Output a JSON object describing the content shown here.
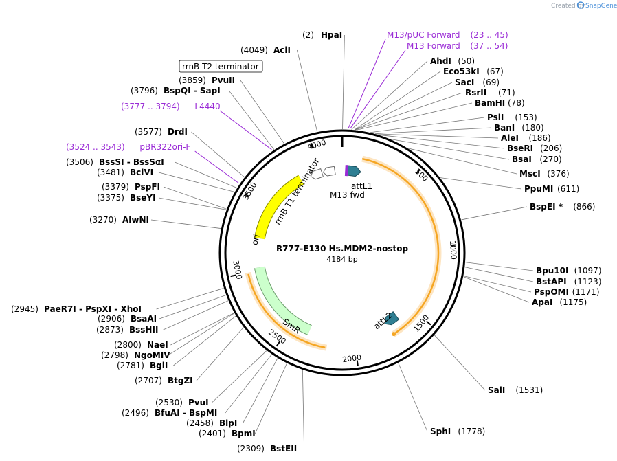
{
  "credit": {
    "prefix": "Created by",
    "brand": "SnapGene"
  },
  "plasmid": {
    "name": "R777-E130 Hs.MDM2-nostop",
    "length_label": "4184 bp",
    "length": 4184
  },
  "colors": {
    "backbone": "#000000",
    "primer": "#9a2bd6",
    "orf": "#f5a623",
    "ori": "#ffff00",
    "smr": "#ccffcc",
    "att": "#2f7f93"
  },
  "ticks": [
    {
      "pos": 500,
      "label": "500"
    },
    {
      "pos": 1000,
      "label": "1000"
    },
    {
      "pos": 1500,
      "label": "1500"
    },
    {
      "pos": 2000,
      "label": "2000"
    },
    {
      "pos": 2500,
      "label": "2500"
    },
    {
      "pos": 3000,
      "label": "3000"
    },
    {
      "pos": 3500,
      "label": "3500"
    },
    {
      "pos": 4000,
      "label": "4000"
    }
  ],
  "features": [
    {
      "name": "ori",
      "label": "ori",
      "type": "ori",
      "start": 3254,
      "end": 3843,
      "strand": -1
    },
    {
      "name": "smr",
      "label": "SmR",
      "type": "resistance",
      "start": 2357,
      "end": 3022,
      "strand": -1
    },
    {
      "name": "attl1",
      "label": "attL1",
      "type": "att",
      "start": 60,
      "end": 120,
      "strand": 1
    },
    {
      "name": "attl2",
      "label": "attL2",
      "type": "att",
      "start": 1640,
      "end": 1700,
      "strand": -1
    },
    {
      "name": "rrnb-t1",
      "label": "rrnB T1 terminator",
      "type": "terminator",
      "start": 4040,
      "end": 4120,
      "strand": -1
    },
    {
      "name": "rrnb-t2",
      "label": "rrnB T2 terminator",
      "type": "terminator",
      "start": 3960,
      "end": 3990,
      "strand": -1
    },
    {
      "name": "m13-fwd",
      "label": "M13 fwd",
      "type": "primer",
      "start": 25,
      "end": 45,
      "strand": 1
    }
  ],
  "sites": [
    {
      "name": "(2)",
      "enzyme": "HpaI",
      "pos": 2
    },
    {
      "name": "(4049)",
      "enzyme": "AclI",
      "pos": 4049
    },
    {
      "name": "(3859)",
      "enzyme": "PvuII",
      "pos": 3859
    },
    {
      "name": "(3796)",
      "enzyme": "BspQI - SapI",
      "pos": 3796
    },
    {
      "name": "(3577)",
      "enzyme": "DrdI",
      "pos": 3577
    },
    {
      "name": "(3506)",
      "enzyme": "BssSI - BssSαI",
      "pos": 3506
    },
    {
      "name": "(3481)",
      "enzyme": "BciVI",
      "pos": 3481
    },
    {
      "name": "(3379)",
      "enzyme": "PspFI",
      "pos": 3379
    },
    {
      "name": "(3375)",
      "enzyme": "BseYI",
      "pos": 3375
    },
    {
      "name": "(3270)",
      "enzyme": "AlwNI",
      "pos": 3270
    },
    {
      "name": "(2945)",
      "enzyme": "PaeR7I - PspXI - XhoI",
      "pos": 2945
    },
    {
      "name": "(2906)",
      "enzyme": "BsaAI",
      "pos": 2906
    },
    {
      "name": "(2873)",
      "enzyme": "BssHII",
      "pos": 2873
    },
    {
      "name": "(2800)",
      "enzyme": "NaeI",
      "pos": 2800
    },
    {
      "name": "(2798)",
      "enzyme": "NgoMIV",
      "pos": 2798
    },
    {
      "name": "(2781)",
      "enzyme": "BglI",
      "pos": 2781
    },
    {
      "name": "(2707)",
      "enzyme": "BtgZI",
      "pos": 2707
    },
    {
      "name": "(2530)",
      "enzyme": "PvuI",
      "pos": 2530
    },
    {
      "name": "(2496)",
      "enzyme": "BfuAI - BspMI",
      "pos": 2496
    },
    {
      "name": "(2458)",
      "enzyme": "BlpI",
      "pos": 2458
    },
    {
      "name": "(2401)",
      "enzyme": "BpmI",
      "pos": 2401
    },
    {
      "name": "(2309)",
      "enzyme": "BstEII",
      "pos": 2309
    },
    {
      "name": "(50)",
      "enzyme": "AhdI",
      "pos": 50
    },
    {
      "name": "(67)",
      "enzyme": "Eco53kI",
      "pos": 67
    },
    {
      "name": "(69)",
      "enzyme": "SacI",
      "pos": 69
    },
    {
      "name": "(71)",
      "enzyme": "RsrII",
      "pos": 71
    },
    {
      "name": "(78)",
      "enzyme": "BamHI",
      "pos": 78
    },
    {
      "name": "(153)",
      "enzyme": "PslI",
      "pos": 153
    },
    {
      "name": "(180)",
      "enzyme": "BanI",
      "pos": 180
    },
    {
      "name": "(186)",
      "enzyme": "AleI",
      "pos": 186
    },
    {
      "name": "(206)",
      "enzyme": "BseRI",
      "pos": 206
    },
    {
      "name": "(270)",
      "enzyme": "BsaI",
      "pos": 270
    },
    {
      "name": "(376)",
      "enzyme": "MscI",
      "pos": 376
    },
    {
      "name": "(611)",
      "enzyme": "PpuMI",
      "pos": 611
    },
    {
      "name": "(866)",
      "enzyme": "BspEI *",
      "pos": 866
    },
    {
      "name": "(1097)",
      "enzyme": "Bpu10I",
      "pos": 1097
    },
    {
      "name": "(1123)",
      "enzyme": "BstAPI",
      "pos": 1123
    },
    {
      "name": "(1171)",
      "enzyme": "PspOMI",
      "pos": 1171
    },
    {
      "name": "(1175)",
      "enzyme": "ApaI",
      "pos": 1175
    },
    {
      "name": "(1531)",
      "enzyme": "SalI",
      "pos": 1531
    },
    {
      "name": "(1778)",
      "enzyme": "SphI",
      "pos": 1778
    }
  ],
  "primers": [
    {
      "label": "M13/pUC Forward",
      "range": "(23 .. 45)",
      "pos": 34
    },
    {
      "label": "M13 Forward",
      "range": "(37 .. 54)",
      "pos": 45
    },
    {
      "label": "L4440",
      "range": "(3777 .. 3794)",
      "pos": 3785
    },
    {
      "label": "pBR322ori-F",
      "range": "(3524 .. 3543)",
      "pos": 3533
    }
  ]
}
